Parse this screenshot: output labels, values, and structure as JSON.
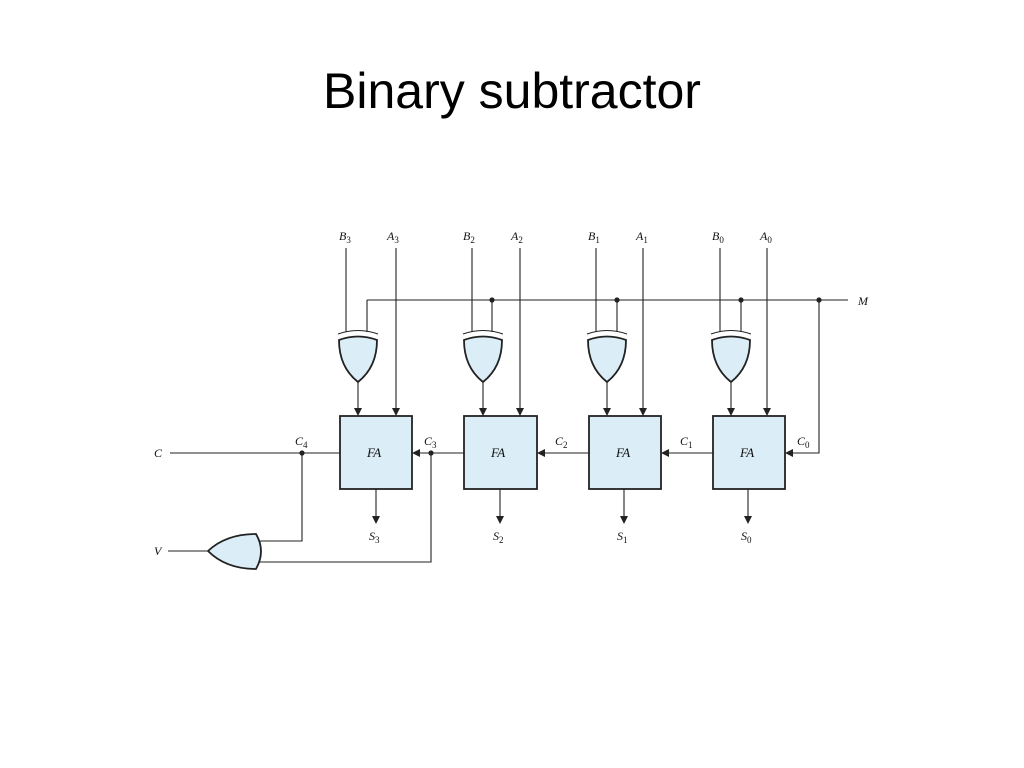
{
  "slide": {
    "title": "Binary subtractor"
  },
  "circuit": {
    "mode_label": "M",
    "carry_out_label": "C",
    "overflow_label": "V",
    "adder_label": "FA",
    "stages": [
      {
        "b": "B",
        "a": "A",
        "index": "3",
        "carry_in": "C",
        "carry_index": "3",
        "sum": "S"
      },
      {
        "b": "B",
        "a": "A",
        "index": "2",
        "carry_in": "C",
        "carry_index": "2",
        "sum": "S"
      },
      {
        "b": "B",
        "a": "A",
        "index": "1",
        "carry_in": "C",
        "carry_index": "1",
        "sum": "S"
      },
      {
        "b": "B",
        "a": "A",
        "index": "0",
        "carry_in": "C",
        "carry_index": "0",
        "sum": "S"
      }
    ],
    "top_carry": {
      "letter": "C",
      "index": "4"
    }
  }
}
